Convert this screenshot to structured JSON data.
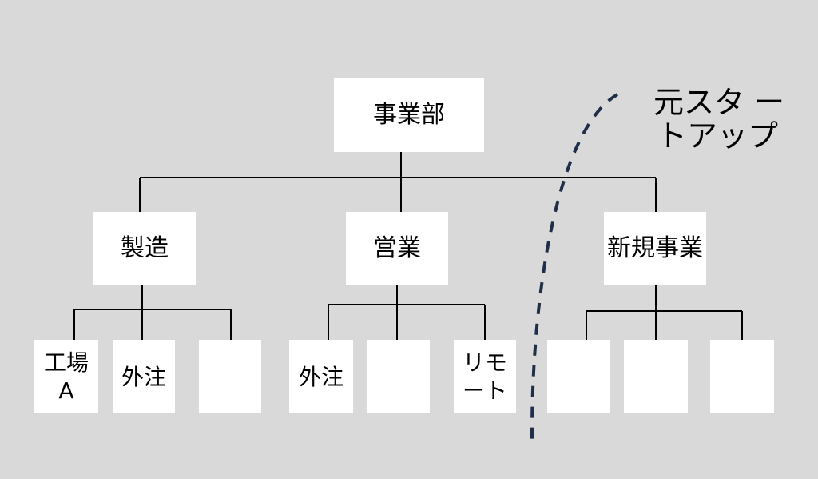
{
  "root": {
    "label": "事業部"
  },
  "divisions": [
    {
      "label": "製造"
    },
    {
      "label": "営業"
    },
    {
      "label": "新規事業"
    }
  ],
  "units": [
    {
      "label": "工場\nA"
    },
    {
      "label": "外注"
    },
    {
      "label": ""
    },
    {
      "label": "外注"
    },
    {
      "label": ""
    },
    {
      "label": "リモ\nート"
    },
    {
      "label": ""
    },
    {
      "label": ""
    },
    {
      "label": ""
    }
  ],
  "annotation": {
    "line1": "元スタ ー",
    "line2": "トアップ"
  },
  "colors": {
    "background": "#d9d9d9",
    "box": "#ffffff",
    "line": "#000000",
    "dashed_boundary": "#1f2f4a"
  }
}
